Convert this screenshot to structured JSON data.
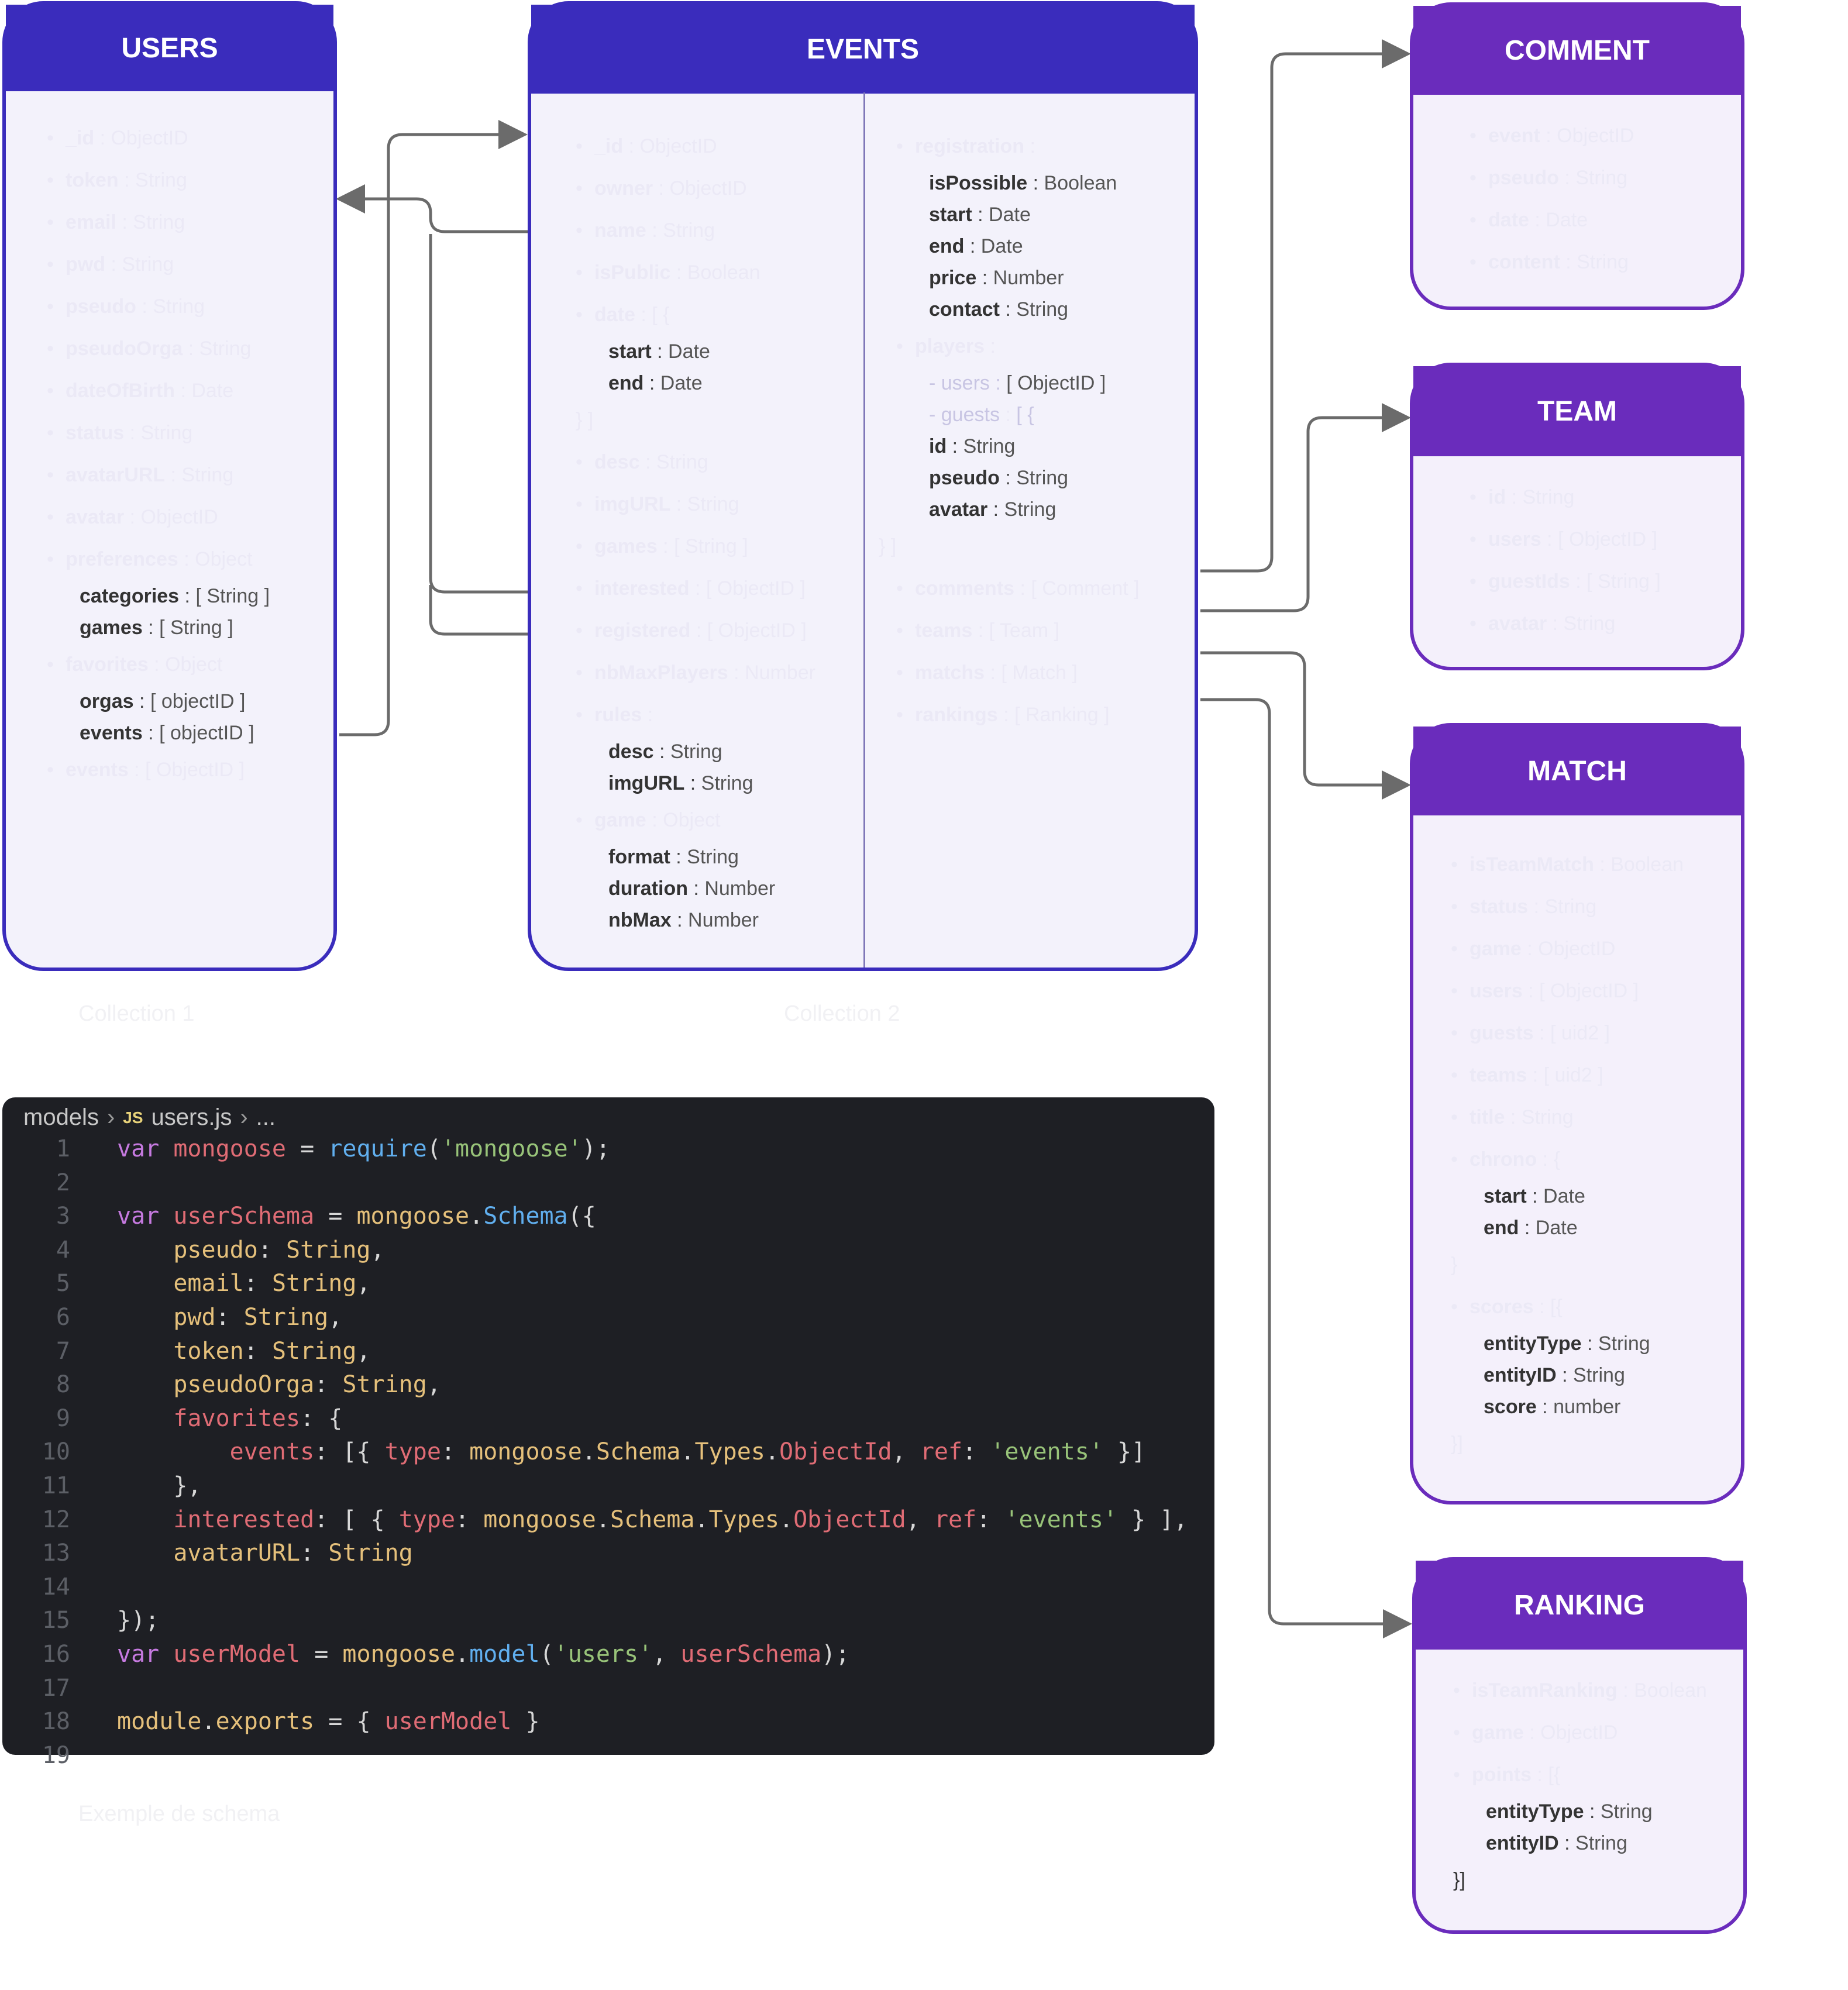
{
  "users": {
    "title": "USERS",
    "fields": [
      {
        "name": "_id",
        "type": "ObjectID",
        "indent": false
      },
      {
        "name": "token",
        "type": "String",
        "indent": false
      },
      {
        "name": "email",
        "type": "String",
        "indent": false
      },
      {
        "name": "pwd",
        "type": "String",
        "indent": false
      },
      {
        "name": "pseudo",
        "type": "String",
        "indent": false
      },
      {
        "name": "pseudoOrga",
        "type": "String",
        "indent": false
      },
      {
        "name": "dateOfBirth",
        "type": "Date",
        "indent": false
      },
      {
        "name": "status",
        "type": "String",
        "indent": false
      },
      {
        "name": "avatarURL",
        "type": "String",
        "indent": false
      },
      {
        "name": "avatar",
        "type": "ObjectID",
        "indent": false
      },
      {
        "name": "preferences",
        "type": "Object",
        "indent": false
      },
      {
        "name": "categories",
        "type": "[ String ]",
        "indent": true
      },
      {
        "name": "games",
        "type": "[ String ]",
        "indent": true
      },
      {
        "name": "favorites",
        "type": "Object",
        "indent": false
      },
      {
        "name": "orgas",
        "type": "[ objectID ]",
        "indent": true
      },
      {
        "name": "events",
        "type": "[ objectID ]",
        "indent": true
      },
      {
        "name": "events",
        "type": "[ ObjectID ]",
        "indent": false
      }
    ]
  },
  "events": {
    "title": "EVENTS",
    "left": [
      {
        "name": "_id",
        "type": "ObjectID",
        "indent": false
      },
      {
        "name": "owner",
        "type": "ObjectID",
        "indent": false
      },
      {
        "name": "name",
        "type": "String",
        "indent": false
      },
      {
        "name": "isPublic",
        "type": "Boolean",
        "indent": false
      },
      {
        "name": "date",
        "type": "[ {",
        "indent": false
      },
      {
        "name": "start",
        "type": "Date",
        "indent": true
      },
      {
        "name": "end",
        "type": "Date",
        "indent": true
      },
      {
        "name": "",
        "type": "} ]",
        "indent": false,
        "plain": true
      },
      {
        "name": "desc",
        "type": "String",
        "indent": false
      },
      {
        "name": "imgURL",
        "type": "String",
        "indent": false
      },
      {
        "name": "games",
        "type": "[ String ]",
        "indent": false
      },
      {
        "name": "interested",
        "type": "[ ObjectID ]",
        "indent": false
      },
      {
        "name": "registered",
        "type": "[ ObjectID ]",
        "indent": false
      },
      {
        "name": "nbMaxPlayers",
        "type": "Number",
        "indent": false
      },
      {
        "name": "rules",
        "type": "",
        "indent": false
      },
      {
        "name": "desc",
        "type": "String",
        "indent": true
      },
      {
        "name": "imgURL",
        "type": "String",
        "indent": true
      },
      {
        "name": "game",
        "type": "Object",
        "indent": false
      },
      {
        "name": "format",
        "type": "String",
        "indent": true
      },
      {
        "name": "duration",
        "type": "Number",
        "indent": true
      },
      {
        "name": "nbMax ",
        "type": "Number",
        "indent": true
      }
    ],
    "right": [
      {
        "name": "registration",
        "type": "",
        "indent": false
      },
      {
        "name": "isPossible",
        "type": "Boolean",
        "indent": true
      },
      {
        "name": "start",
        "type": "Date",
        "indent": true
      },
      {
        "name": "end",
        "type": "Date",
        "indent": true
      },
      {
        "name": "price",
        "type": "Number",
        "indent": true
      },
      {
        "name": "contact",
        "type": "String",
        "indent": true
      },
      {
        "name": "players",
        "type": "",
        "indent": false
      },
      {
        "name": "- users",
        "type": "[ ObjectID ]",
        "indent": true,
        "mixed": true
      },
      {
        "name": "- guests",
        "type": "[ {",
        "indent": true,
        "faintAll": true
      },
      {
        "name": "id",
        "type": "String",
        "indent": true
      },
      {
        "name": "pseudo",
        "type": "String",
        "indent": true
      },
      {
        "name": "avatar",
        "type": "String",
        "indent": true
      },
      {
        "name": "",
        "type": "} ]",
        "indent": false,
        "plain": true,
        "closer": true
      },
      {
        "name": "comments",
        "type": "[ Comment ]",
        "indent": false
      },
      {
        "name": "teams",
        "type": "[ Team ]",
        "indent": false
      },
      {
        "name": "matchs",
        "type": "[ Match ]",
        "indent": false
      },
      {
        "name": "rankings",
        "type": "[ Ranking ]",
        "indent": false
      }
    ]
  },
  "comment": {
    "title": "COMMENT",
    "fields": [
      {
        "name": "event",
        "type": "ObjectID"
      },
      {
        "name": "pseudo",
        "type": "String"
      },
      {
        "name": "date",
        "type": "Date"
      },
      {
        "name": "content",
        "type": "String"
      }
    ]
  },
  "team": {
    "title": "TEAM",
    "fields": [
      {
        "name": "id",
        "type": "String"
      },
      {
        "name": "users",
        "type": "[ ObjectID ]"
      },
      {
        "name": "guestIds",
        "type": "[ String ]"
      },
      {
        "name": "avatar",
        "type": "String"
      }
    ]
  },
  "match": {
    "title": "MATCH",
    "fields": [
      {
        "name": "isTeamMatch",
        "type": "Boolean",
        "indent": false
      },
      {
        "name": "status",
        "type": "String",
        "indent": false
      },
      {
        "name": "game",
        "type": "ObjectID",
        "indent": false
      },
      {
        "name": "users",
        "type": "[ ObjectID ]",
        "indent": false
      },
      {
        "name": "guests",
        "type": "[ uid2 ]",
        "indent": false
      },
      {
        "name": "teams",
        "type": "[ uid2 ]",
        "indent": false
      },
      {
        "name": "title",
        "type": "String",
        "indent": false
      },
      {
        "name": "chrono",
        "type": "{",
        "indent": false
      },
      {
        "name": "start",
        "type": "Date",
        "indent": true
      },
      {
        "name": "end",
        "type": "Date",
        "indent": true
      },
      {
        "name": "",
        "type": "}",
        "indent": false,
        "plain": true
      },
      {
        "name": "scores",
        "type": "[{",
        "indent": false
      },
      {
        "name": "entityType",
        "type": "String",
        "indent": true
      },
      {
        "name": "entityID",
        "type": "String",
        "indent": true
      },
      {
        "name": "score",
        "type": "number",
        "indent": true
      },
      {
        "name": "",
        "type": "}]",
        "indent": false,
        "plain": true
      }
    ]
  },
  "ranking": {
    "title": "RANKING",
    "fields": [
      {
        "name": "isTeamRanking",
        "type": "Boolean",
        "indent": false
      },
      {
        "name": "game",
        "type": "ObjectID",
        "indent": false
      },
      {
        "name": "points",
        "type": "[{",
        "indent": false
      },
      {
        "name": "entityType",
        "type": "String",
        "indent": true
      },
      {
        "name": "entityID",
        "type": "String",
        "indent": true
      },
      {
        "name": "",
        "type": "}]",
        "indent": false,
        "plain": true,
        "dark": true
      }
    ]
  },
  "captions": {
    "users_caption": "Collection 1",
    "events_caption": "Collection 2",
    "code_caption": "Exemple de schema"
  },
  "code": {
    "breadcrumb": {
      "folder": "models",
      "lang": "JS",
      "file": "users.js",
      "more": "..."
    },
    "lines": [
      {
        "n": "1",
        "text": "var mongoose = require('mongoose');"
      },
      {
        "n": "2",
        "text": ""
      },
      {
        "n": "3",
        "text": "var userSchema = mongoose.Schema({"
      },
      {
        "n": "4",
        "text": "    pseudo: String,"
      },
      {
        "n": "5",
        "text": "    email: String,"
      },
      {
        "n": "6",
        "text": "    pwd: String,"
      },
      {
        "n": "7",
        "text": "    token: String,"
      },
      {
        "n": "8",
        "text": "    pseudoOrga: String,"
      },
      {
        "n": "9",
        "text": "    favorites: {"
      },
      {
        "n": "10",
        "text": "        events: [{ type: mongoose.Schema.Types.ObjectId, ref: 'events' }]"
      },
      {
        "n": "11",
        "text": "    },"
      },
      {
        "n": "12",
        "text": "    interested: [ { type: mongoose.Schema.Types.ObjectId, ref: 'events' } ],"
      },
      {
        "n": "13",
        "text": "    avatarURL: String"
      },
      {
        "n": "14",
        "text": ""
      },
      {
        "n": "15",
        "text": "});"
      },
      {
        "n": "16",
        "text": "var userModel = mongoose.model('users', userSchema);"
      },
      {
        "n": "17",
        "text": ""
      },
      {
        "n": "18",
        "text": "module.exports = { userModel }"
      },
      {
        "n": "19",
        "text": ""
      }
    ]
  },
  "colors": {
    "blue_header": "#3a2cbc",
    "purple_header": "#6a2cbc",
    "box_fill": "#f3f2fb",
    "code_bg": "#1e1f24",
    "connector": "#6b6b6b"
  }
}
